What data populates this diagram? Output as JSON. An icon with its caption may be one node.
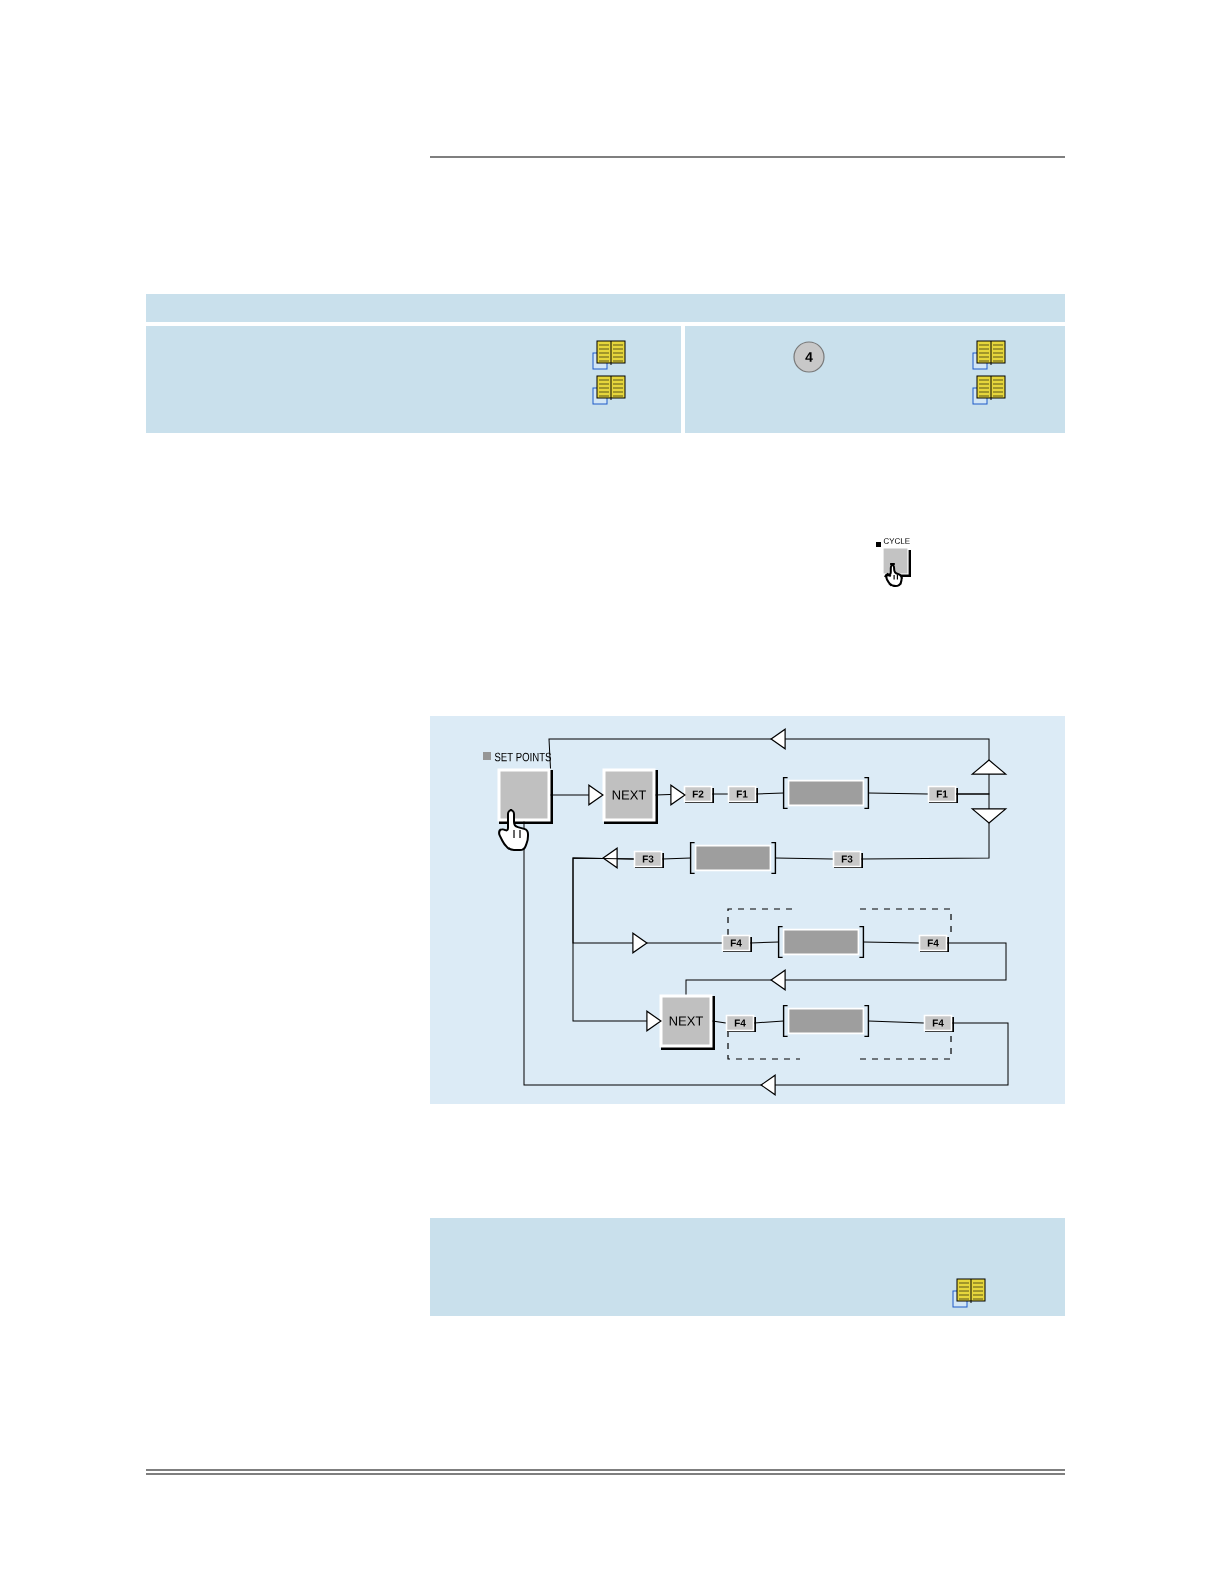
{
  "diagram": {
    "nodes": [
      {
        "text": [
          "SET POINTS"
        ]
      },
      {
        "text": [
          "NEXT"
        ]
      },
      {
        "text": [
          "F2"
        ]
      },
      {
        "text": [
          "F1"
        ]
      },
      {
        "text": [],
        "shape": "box"
      },
      {
        "text": [
          "F1"
        ]
      },
      {
        "text": [
          "F3"
        ]
      },
      {
        "text": [],
        "shape": "box"
      },
      {
        "text": [
          "F3"
        ]
      },
      {
        "text": [
          "F4"
        ]
      },
      {
        "text": [],
        "shape": "box"
      },
      {
        "text": [
          "F4"
        ]
      },
      {
        "text": [
          "NEXT"
        ]
      },
      {
        "text": [
          "F4"
        ]
      },
      {
        "text": [],
        "shape": "box"
      },
      {
        "text": [
          "F4"
        ]
      }
    ],
    "edges": [
      {
        "from": 0,
        "to": 1,
        "arrow": "to"
      },
      {
        "from": 1,
        "to": 2,
        "arrow": "to"
      },
      {
        "from": 2,
        "to": 3,
        "arrow": "none"
      },
      {
        "from": 3,
        "to": 4,
        "arrow": "none"
      },
      {
        "from": 4,
        "to": 5,
        "arrow": "none"
      },
      {
        "from": 5,
        "to": 0,
        "arrow": "to"
      },
      {
        "from": 5,
        "to": 8,
        "arrow": "to"
      },
      {
        "from": 8,
        "to": 7,
        "arrow": "none"
      },
      {
        "from": 7,
        "to": 6,
        "arrow": "none"
      },
      {
        "from": 6,
        "to": 9,
        "arrow": "to"
      },
      {
        "from": 6,
        "to": 12,
        "arrow": "to"
      },
      {
        "from": 9,
        "to": 10,
        "arrow": "none"
      },
      {
        "from": 10,
        "to": 11,
        "arrow": "none"
      },
      {
        "from": 11,
        "to": 12,
        "arrow": "to"
      },
      {
        "from": 12,
        "to": 13,
        "arrow": "none"
      },
      {
        "from": 13,
        "to": 14,
        "arrow": "none"
      },
      {
        "from": 14,
        "to": 15,
        "arrow": "none"
      },
      {
        "from": 15,
        "to": 0,
        "arrow": "to"
      }
    ],
    "labels": [
      "4",
      "CYCLE"
    ]
  }
}
